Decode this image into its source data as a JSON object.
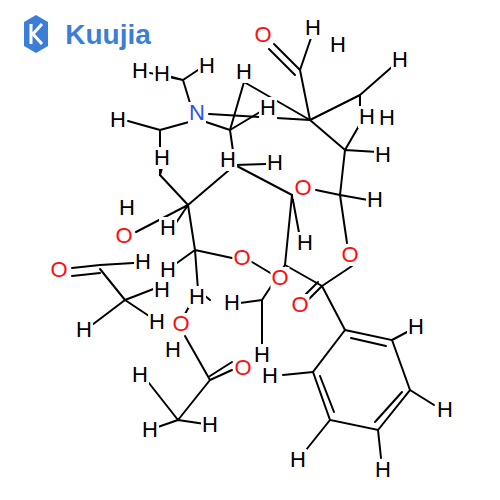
{
  "diagram": {
    "labels": [
      "Kuujia",
      "O",
      "H",
      "H",
      "H",
      "H",
      "H",
      "H",
      "H",
      "N",
      "H",
      "H",
      "H",
      "H",
      "H",
      "H",
      "H",
      "H",
      "O",
      "H",
      "H",
      "O",
      "H",
      "H",
      "O",
      "O",
      "O",
      "H",
      "H",
      "O",
      "H",
      "H",
      "H",
      "O",
      "H",
      "H",
      "O",
      "H",
      "H",
      "O",
      "H",
      "H",
      "H",
      "H",
      "H",
      "H",
      "H",
      "H"
    ]
  }
}
